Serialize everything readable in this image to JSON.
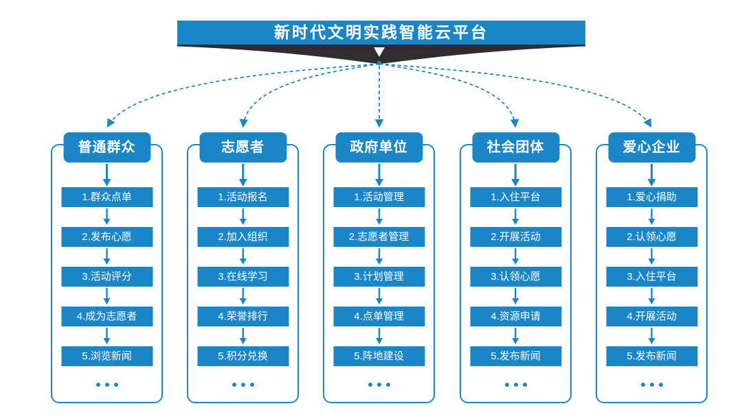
{
  "title": "新时代文明实践智能云平台",
  "colors": {
    "primary": "#1b86c7",
    "ribbon": "#2e2e2e",
    "background": "#ffffff",
    "text_on_primary": "#ffffff"
  },
  "icons": {
    "ribbon_arrow": "▼ white down-arrow in dark ribbon",
    "fanout_arrows": "dashed blue curves from platform to each role",
    "flow_arrow": "solid blue down-arrow between steps",
    "ellipsis": "..."
  },
  "columns": [
    {
      "header": "普通群众",
      "items": [
        "1.群众点单",
        "2.发布心愿",
        "3.活动评分",
        "4.成为志愿者",
        "5.浏览新闻"
      ]
    },
    {
      "header": "志愿者",
      "items": [
        "1.活动报名",
        "2.加入组织",
        "3.在线学习",
        "4.荣誉排行",
        "5.积分兑换"
      ]
    },
    {
      "header": "政府单位",
      "items": [
        "1.活动管理",
        "2.志愿者管理",
        "3.计划管理",
        "4.点单管理",
        "5.阵地建设"
      ]
    },
    {
      "header": "社会团体",
      "items": [
        "1.入住平台",
        "2.开展活动",
        "3.认领心愿",
        "4.资源申请",
        "5.发布新闻"
      ]
    },
    {
      "header": "爱心企业",
      "items": [
        "1.爱心捐助",
        "2.认领心愿",
        "3.入住平台",
        "4.开展活动",
        "5.发布新闻"
      ]
    }
  ]
}
